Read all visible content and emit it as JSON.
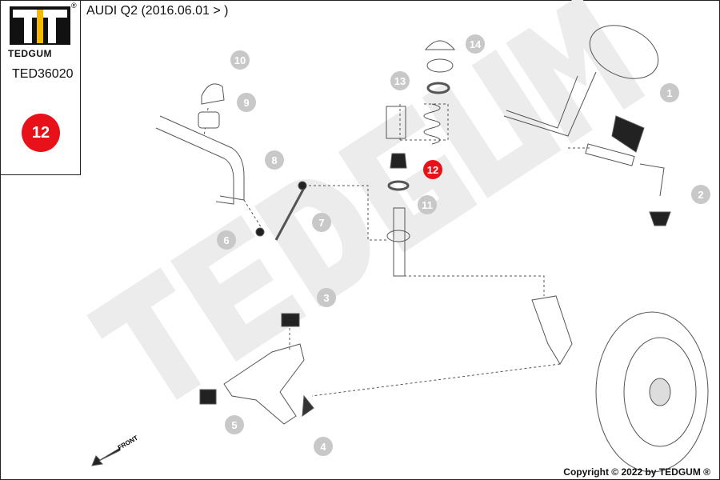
{
  "header": {
    "title": "AUDI Q2 (2016.06.01 > )"
  },
  "sidebar": {
    "brand": "TEDGUM",
    "registered": "®",
    "part_number": "TED36020",
    "highlight_number": "12"
  },
  "watermark": "TEDGUM",
  "callouts": [
    "1",
    "2",
    "3",
    "4",
    "5",
    "6",
    "7",
    "8",
    "9",
    "10",
    "11",
    "12",
    "13",
    "14"
  ],
  "front_label": "FRONT",
  "footer": {
    "copyright": "Copyright © 2022 by TEDGUM ®"
  },
  "colors": {
    "highlight": "#e8111a",
    "callout": "#c8c8c8",
    "logo_yellow": "#f5b800"
  }
}
